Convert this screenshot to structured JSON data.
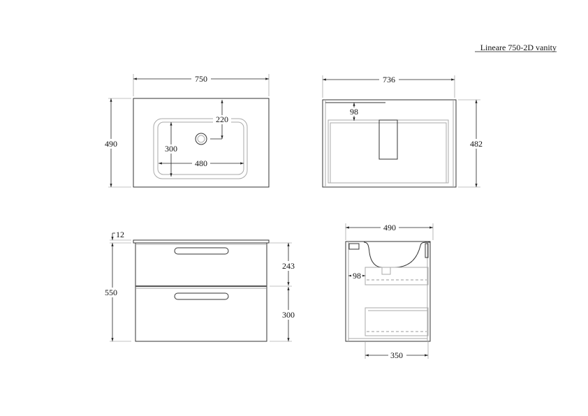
{
  "title": "Lineare 750-2D vanity",
  "views": {
    "top_basin": {
      "width": "750",
      "depth": "490",
      "waste_offset": "220",
      "bowl_depth": "300",
      "bowl_width": "480"
    },
    "top_cabinet": {
      "width": "736",
      "depth": "482",
      "rear_gap": "98"
    },
    "front": {
      "top_thickness": "12",
      "height": "550",
      "upper_drawer": "243",
      "lower_drawer": "300"
    },
    "side": {
      "depth": "490",
      "rear_gap": "98",
      "drawer_depth": "350"
    }
  }
}
